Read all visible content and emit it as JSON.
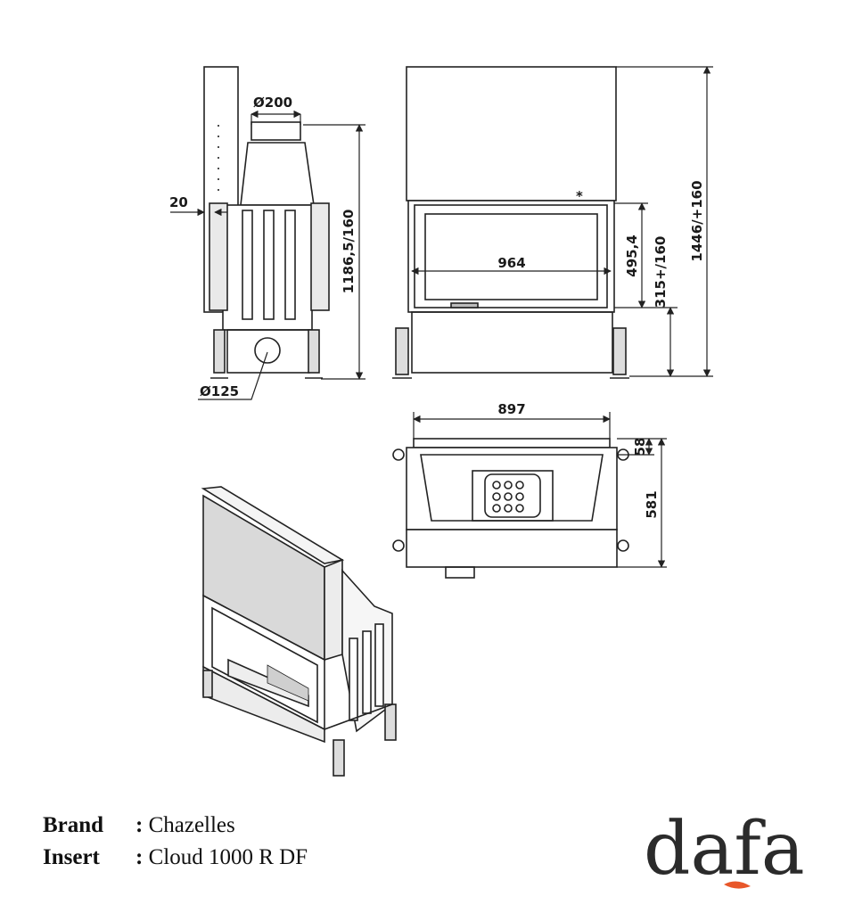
{
  "dimensions": {
    "flue_diameter": "Ø200",
    "air_inlet_diameter": "Ø125",
    "side_offset": "20",
    "side_height": "1186,5/160",
    "glass_width": "964",
    "glass_height": "495,4",
    "base_height": "315+/160",
    "total_height": "1446/+160",
    "top_width": "897",
    "top_depth_small": "58",
    "top_depth": "581",
    "asterisk": "*"
  },
  "info": {
    "brand_label": "Brand",
    "brand_value": "Chazelles",
    "insert_label": "Insert",
    "insert_value": "Cloud 1000 R DF",
    "separator": ":"
  },
  "logo": {
    "text": "dafa",
    "text_color": "#2b2b2b",
    "accent_color": "#e8572a"
  }
}
